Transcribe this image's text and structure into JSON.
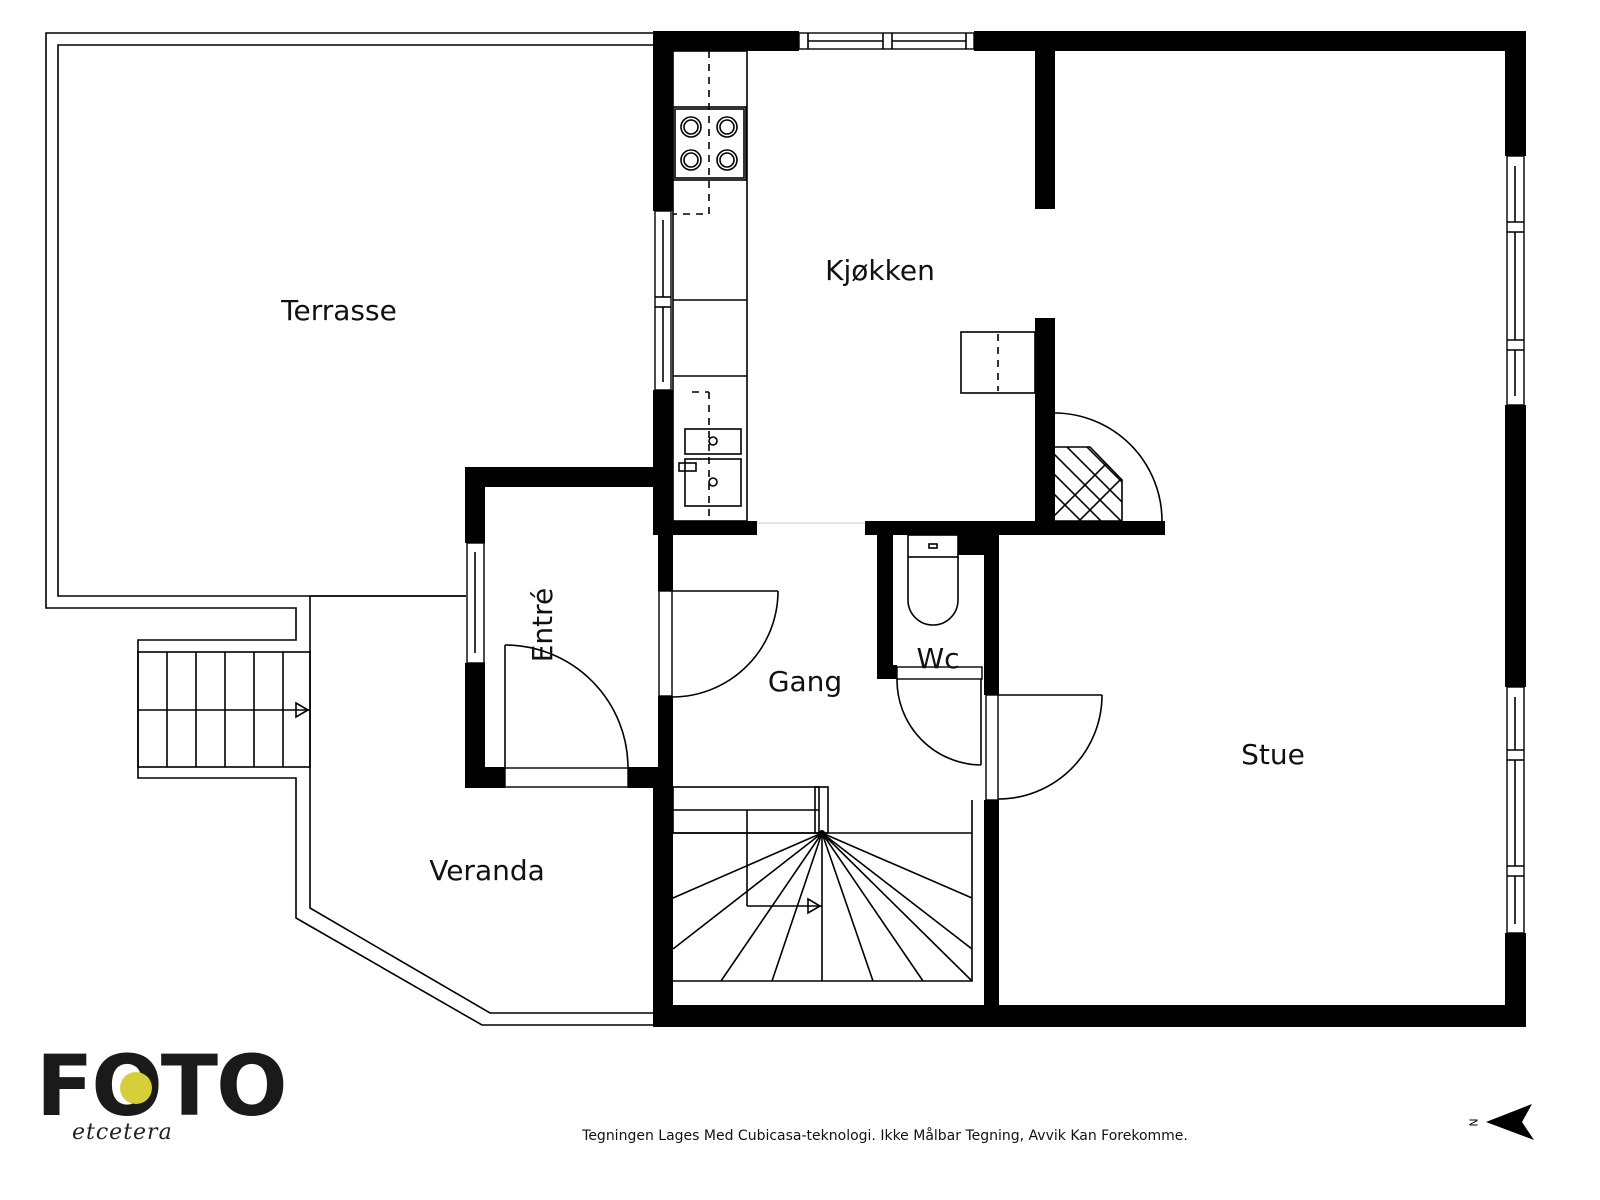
{
  "rooms": {
    "terrasse": "Terrasse",
    "kjokken": "Kjøkken",
    "entre": "Entré",
    "gang": "Gang",
    "wc": "Wc",
    "stue": "Stue",
    "veranda": "Veranda"
  },
  "logo": {
    "word": "FOTO",
    "sub": "etcetera",
    "accent_color": "#d6cf3a"
  },
  "footer": {
    "disclaimer": "Tegningen Lages Med Cubicasa-teknologi. Ikke Målbar Tegning, Avvik Kan Forekomme."
  },
  "compass": {
    "label": "N",
    "icon": "north-arrow-icon"
  }
}
